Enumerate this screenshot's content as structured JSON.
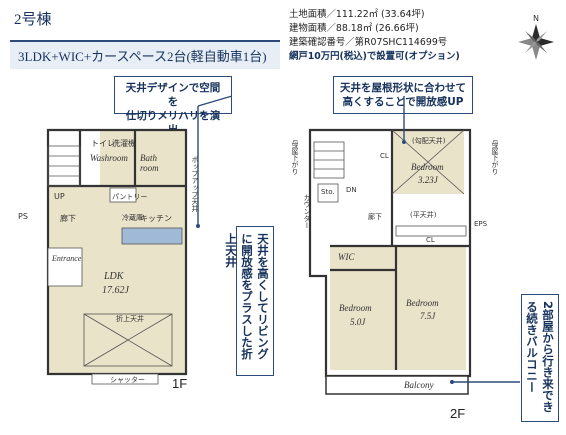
{
  "header": {
    "unit_number": "2号棟",
    "plan_spec": "3LDK+WIC+カースペース2台(軽自動車1台)"
  },
  "property": {
    "land_area": "土地面積／111.22㎡ (33.64坪)",
    "building_area": "建物面積／88.18㎡ (26.66坪)",
    "permit": "建築確認番号／第R07SHC114699号",
    "option_note": "網戸10万円(税込)で設置可(オプション)"
  },
  "callouts": {
    "ceiling_1f": "天井デザインで空間を\n仕切りメリハリを演出",
    "ceiling_2f": "天井を屋根形状に合わせて\n高くすることで開放感UP",
    "ldk_ceiling": "天井を高くしてリビングに開放感をプラスした折上天井",
    "balcony": "2部屋から行き来できる続きバルコニー"
  },
  "compass": {
    "north_label": "N"
  },
  "floor1": {
    "floor_label": "1F",
    "rooms": {
      "washroom": "Washroom",
      "bath": "Bath room",
      "ldk": "LDK",
      "ldk_size": "17.62J",
      "entrance": "Entrance"
    },
    "labels": {
      "toilet": "トイレ",
      "laundry": "洗濯機",
      "up": "UP",
      "ps": "PS",
      "hallway": "廊下",
      "pantry": "パントリー",
      "kitchen": "キッチン",
      "fridge": "冷蔵庫",
      "popup_ceiling": "ポップアップ天井",
      "raised_ceiling": "折上天井",
      "shutter": "シャッター"
    }
  },
  "floor2": {
    "floor_label": "2F",
    "rooms": {
      "bedroom_top": "Bedroom",
      "bedroom_top_size": "3.23J",
      "bedroom_left": "Bedroom",
      "bedroom_left_size": "5.0J",
      "bedroom_right": "Bedroom",
      "bedroom_right_size": "7.5J",
      "wic": "WIC",
      "balcony": "Balcony"
    },
    "labels": {
      "sloped_ceiling": "(勾配天井)",
      "flat_ceiling": "(平天井)",
      "cl_1": "CL",
      "cl_2": "CL",
      "storage": "Sto.",
      "dn": "DN",
      "hallway": "廊下",
      "eps": "EPS",
      "counter": "カウンター",
      "ceiling_low_left": "母屋下がり",
      "ceiling_low_right": "母屋下がり"
    }
  }
}
